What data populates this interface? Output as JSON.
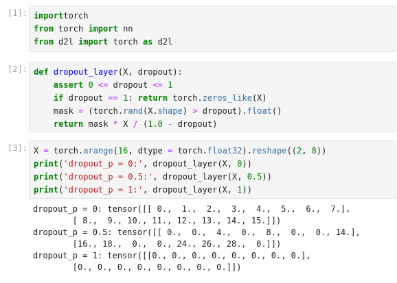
{
  "cells": [
    {
      "prompt": "[1]:",
      "lines": [
        [
          [
            "kw",
            "import"
          ],
          [
            "",
            "torch"
          ]
        ],
        [
          [
            "kw",
            "from"
          ],
          [
            "",
            " torch "
          ],
          [
            "kw",
            "import"
          ],
          [
            "",
            " nn"
          ]
        ],
        [
          [
            "kw",
            "from"
          ],
          [
            "",
            " d2l "
          ],
          [
            "kw",
            "import"
          ],
          [
            "",
            " torch "
          ],
          [
            "kw",
            "as"
          ],
          [
            "",
            " d2l"
          ]
        ]
      ]
    },
    {
      "prompt": "[2]:",
      "lines": [
        [
          [
            "kw",
            "def"
          ],
          [
            "",
            " "
          ],
          [
            "fn",
            "dropout_layer"
          ],
          [
            "",
            "(X, dropout):"
          ]
        ],
        [
          [
            "",
            "    "
          ],
          [
            "kw",
            "assert"
          ],
          [
            "",
            " "
          ],
          [
            "nm",
            "0"
          ],
          [
            "",
            " "
          ],
          [
            "op",
            "<="
          ],
          [
            "",
            " dropout "
          ],
          [
            "op",
            "<="
          ],
          [
            "",
            " "
          ],
          [
            "nm",
            "1"
          ]
        ],
        [
          [
            "",
            "    "
          ],
          [
            "kw",
            "if"
          ],
          [
            "",
            " dropout "
          ],
          [
            "op",
            "=="
          ],
          [
            "",
            " "
          ],
          [
            "nm",
            "1"
          ],
          [
            "",
            ": "
          ],
          [
            "kw",
            "return"
          ],
          [
            "",
            " torch."
          ],
          [
            "at",
            "zeros_like"
          ],
          [
            "",
            "(X)"
          ]
        ],
        [
          [
            "",
            "    mask "
          ],
          [
            "op",
            "="
          ],
          [
            "",
            " (torch."
          ],
          [
            "at",
            "rand"
          ],
          [
            "",
            "(X."
          ],
          [
            "at",
            "shape"
          ],
          [
            "",
            ") "
          ],
          [
            "op",
            ">"
          ],
          [
            "",
            " dropout)."
          ],
          [
            "at",
            "float"
          ],
          [
            "",
            "()"
          ]
        ],
        [
          [
            "",
            "    "
          ],
          [
            "kw",
            "return"
          ],
          [
            "",
            " mask "
          ],
          [
            "op",
            "*"
          ],
          [
            "",
            " X "
          ],
          [
            "op",
            "/"
          ],
          [
            "",
            " ("
          ],
          [
            "nm",
            "1.0"
          ],
          [
            "",
            " "
          ],
          [
            "op",
            "-"
          ],
          [
            "",
            " dropout)"
          ]
        ]
      ]
    },
    {
      "prompt": "[3]:",
      "lines": [
        [
          [
            "",
            "X "
          ],
          [
            "op",
            "="
          ],
          [
            "",
            " torch."
          ],
          [
            "at",
            "arange"
          ],
          [
            "",
            "("
          ],
          [
            "nm",
            "16"
          ],
          [
            "",
            ", dtype "
          ],
          [
            "op",
            "="
          ],
          [
            "",
            " torch."
          ],
          [
            "at",
            "float32"
          ],
          [
            "",
            ")."
          ],
          [
            "at",
            "reshape"
          ],
          [
            "",
            "(("
          ],
          [
            "nm",
            "2"
          ],
          [
            "",
            ", "
          ],
          [
            "nm",
            "8"
          ],
          [
            "",
            "))"
          ]
        ],
        [
          [
            "kw",
            "print"
          ],
          [
            "",
            "("
          ],
          [
            "st",
            "'dropout_p = 0:'"
          ],
          [
            "",
            ", dropout_layer(X, "
          ],
          [
            "nm",
            "0"
          ],
          [
            "",
            "))"
          ]
        ],
        [
          [
            "kw",
            "print"
          ],
          [
            "",
            "("
          ],
          [
            "st",
            "'dropout_p = 0.5:'"
          ],
          [
            "",
            ", dropout_layer(X, "
          ],
          [
            "nm",
            "0.5"
          ],
          [
            "",
            "))"
          ]
        ],
        [
          [
            "kw",
            "print"
          ],
          [
            "",
            "("
          ],
          [
            "st",
            "'dropout_p = 1:'"
          ],
          [
            "",
            ", dropout_layer(X, "
          ],
          [
            "nm",
            "1"
          ],
          [
            "",
            "))"
          ]
        ]
      ],
      "output": [
        "dropout_p = 0: tensor([[ 0.,  1.,  2.,  3.,  4.,  5.,  6.,  7.],",
        "        [ 8.,  9., 10., 11., 12., 13., 14., 15.]])",
        "dropout_p = 0.5: tensor([[ 0.,  0.,  4.,  0.,  8.,  0.,  0., 14.],",
        "        [16., 18.,  0.,  0., 24., 26., 28.,  0.]])",
        "dropout_p = 1: tensor([[0., 0., 0., 0., 0., 0., 0., 0.],",
        "        [0., 0., 0., 0., 0., 0., 0., 0.]])"
      ]
    }
  ]
}
